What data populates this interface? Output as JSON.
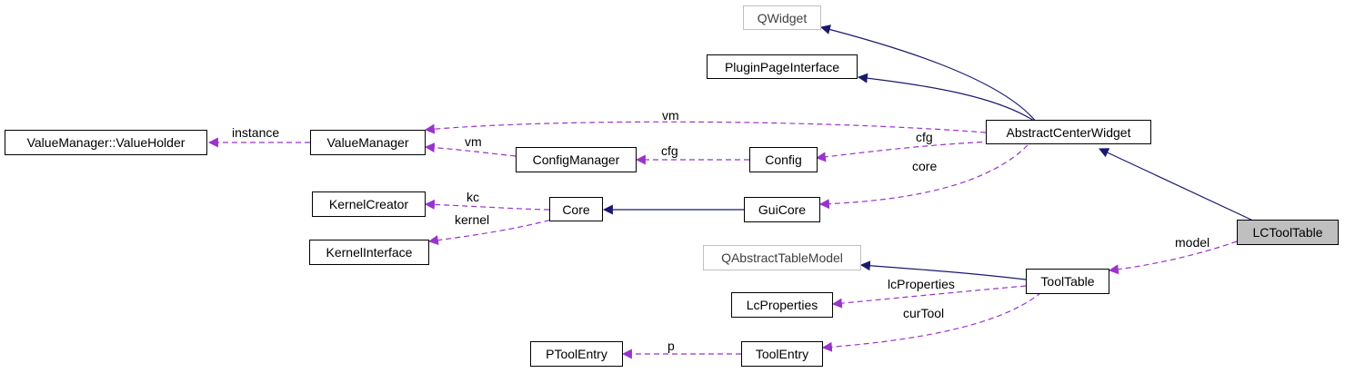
{
  "nodes": {
    "qwidget": "QWidget",
    "plugin_page_interface": "PluginPageInterface",
    "abstract_center_widget": "AbstractCenterWidget",
    "lc_tool_table": "LCToolTable",
    "value_holder": "ValueManager::ValueHolder",
    "value_manager": "ValueManager",
    "config_manager": "ConfigManager",
    "config": "Config",
    "kernel_creator": "KernelCreator",
    "core": "Core",
    "gui_core": "GuiCore",
    "kernel_interface": "KernelInterface",
    "qabstract_table_model": "QAbstractTableModel",
    "tool_table": "ToolTable",
    "lc_properties": "LcProperties",
    "ptool_entry": "PToolEntry",
    "tool_entry": "ToolEntry"
  },
  "edge_labels": {
    "instance": "instance",
    "vm_top": "vm",
    "vm": "vm",
    "cfg_config": "cfg",
    "cfg_manager": "cfg",
    "core": "core",
    "kc": "kc",
    "kernel": "kernel",
    "model": "model",
    "lc_properties": "lcProperties",
    "cur_tool": "curTool",
    "p": "p"
  },
  "colors": {
    "inheritance": "#191970",
    "usage": "#9a32cd",
    "external_border": "#bfbfbf",
    "current_fill": "#bfbfbf"
  }
}
